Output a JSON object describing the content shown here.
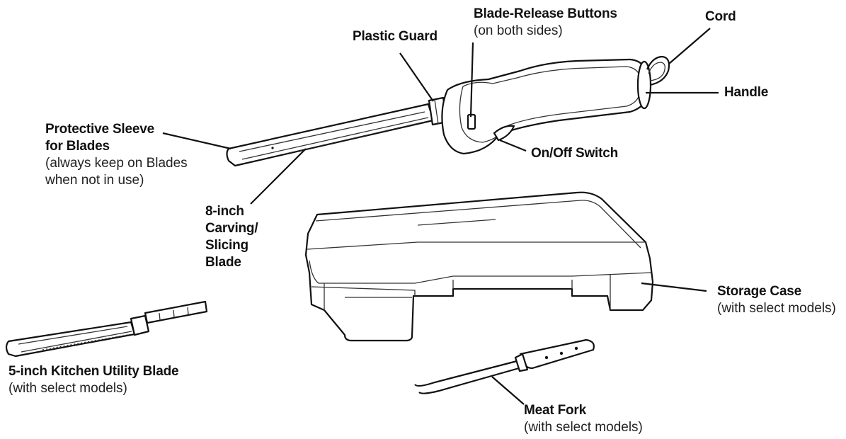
{
  "labels": {
    "plastic_guard": {
      "title": "Plastic Guard"
    },
    "blade_release": {
      "title": "Blade-Release Buttons",
      "note": "(on both sides)"
    },
    "cord": {
      "title": "Cord"
    },
    "handle": {
      "title": "Handle"
    },
    "protective_sleeve": {
      "title": "Protective Sleeve",
      "title2": "for Blades",
      "note": "(always keep on Blades",
      "note2": "when not in use)"
    },
    "on_off_switch": {
      "title": "On/Off Switch"
    },
    "carving_blade": {
      "lines": [
        "8-inch",
        "Carving/",
        "Slicing",
        "Blade"
      ]
    },
    "storage_case": {
      "title": "Storage Case",
      "note": "(with select models)"
    },
    "utility_blade": {
      "title": "5-inch Kitchen Utility Blade",
      "note": "(with select models)"
    },
    "meat_fork": {
      "title": "Meat Fork",
      "note": "(with select models)"
    }
  }
}
